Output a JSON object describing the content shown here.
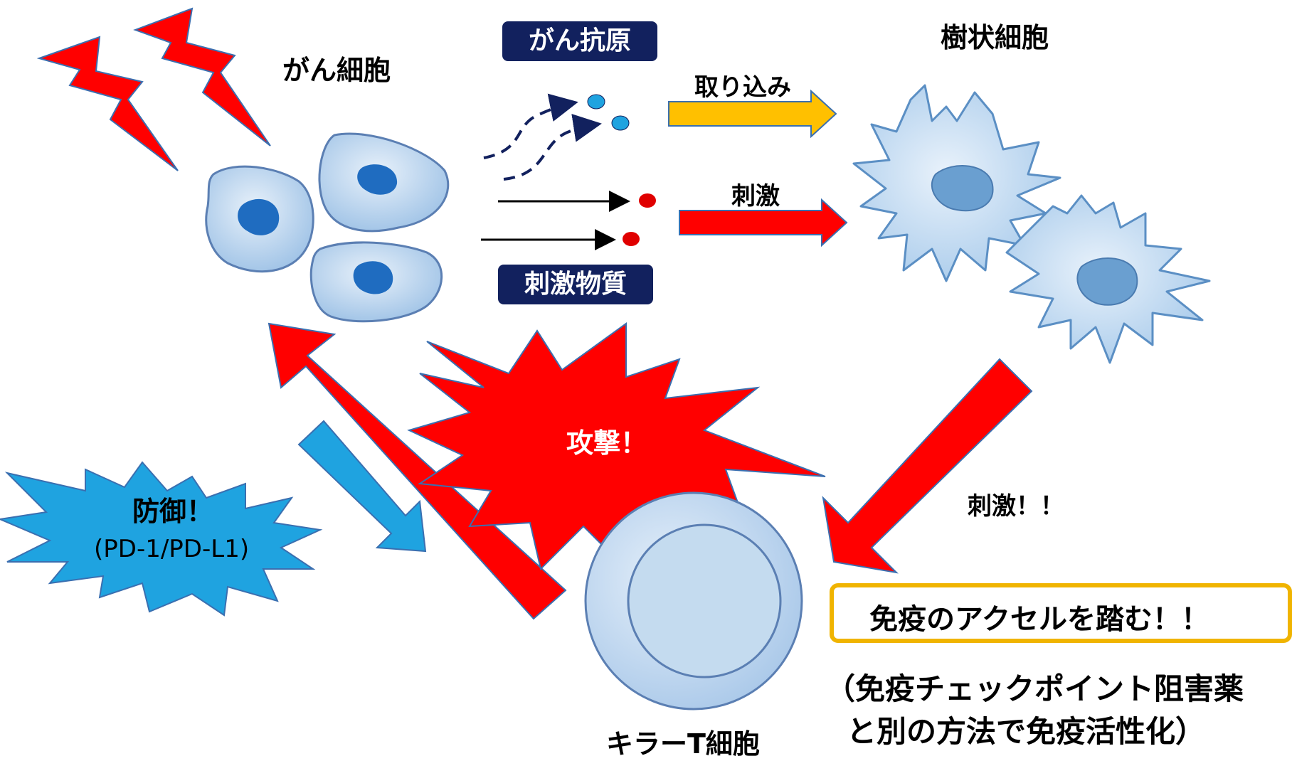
{
  "labels": {
    "cancer_cells": "がん細胞",
    "dendritic_cells": "樹状細胞",
    "killer_t_cell": "キラーT細胞",
    "uptake": "取り込み",
    "stimulus_1": "刺激",
    "stimulus_2": "刺激！！",
    "attack": "攻撃！",
    "defense": "防御！",
    "defense_sub": "(PD-1/PD-L1)"
  },
  "pills": {
    "cancer_antigen": "がん抗原",
    "stimulating_substance": "刺激物質"
  },
  "message": {
    "accelerate": "免疫のアクセルを踏む！！",
    "note_line1": "（免疫チェックポイント阻害薬",
    "note_line2": "と別の方法で免疫活性化）"
  },
  "colors": {
    "red": "#ff0000",
    "yellow": "#ffc000",
    "blue": "#00b0f0",
    "navy": "#12215e",
    "cell_fill": "#c7dcf0",
    "cell_stroke": "#5b7fb3",
    "nucleus": "#1f6cc0"
  }
}
